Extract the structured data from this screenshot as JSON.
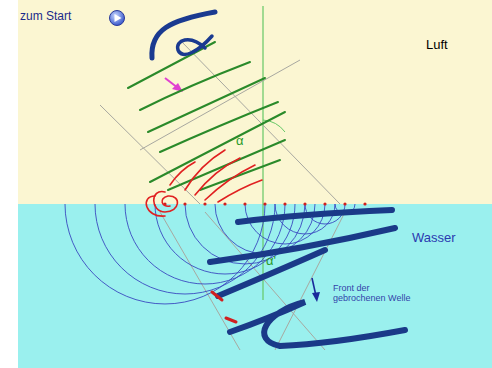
{
  "diagram": {
    "labels": [
      "zum Start",
      "Luft",
      "Wasser",
      "α",
      "α'",
      "Front der gebrochenen Welle"
    ]
  }
}
